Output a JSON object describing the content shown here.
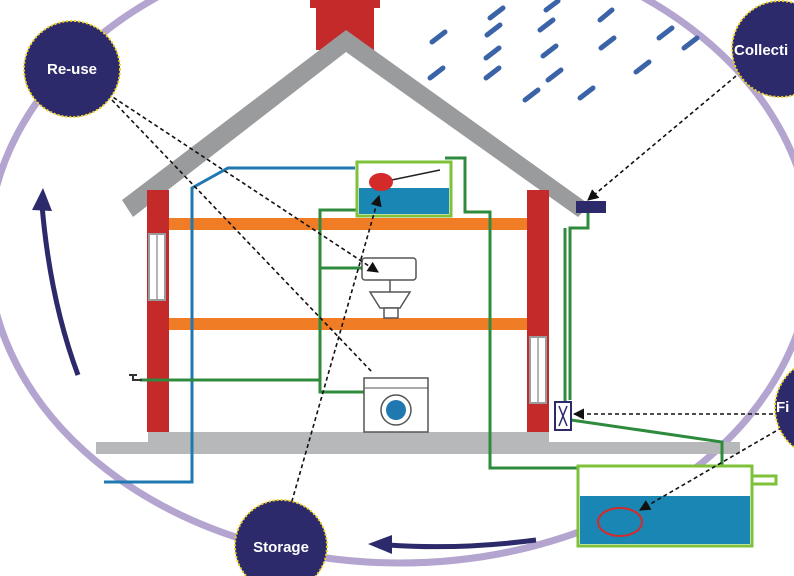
{
  "labels": {
    "reuse": "Re-use",
    "collection": "Collecti",
    "filtration": "Fi",
    "storage": "Storage"
  },
  "colors": {
    "cycle_ring": "#b3a5cf",
    "cycle_arrow": "#2c2a6b",
    "badge_fill": "#2c2a6b",
    "badge_border": "#f2d21f",
    "house_roof": "#9a9b9d",
    "chimney": "#c42a2a",
    "house_wall": "#c42a2a",
    "floor_beam": "#f07c26",
    "water": "#1a86b4",
    "pipe_green": "#2e8b3e",
    "pipe_blue": "#1f78b0",
    "rain": "#3a63a8",
    "tank_border": "#7ec23a"
  },
  "icons": {
    "rain": "rain-drops-icon",
    "toilet": "toilet-icon",
    "washing_machine": "washing-machine-icon",
    "gutter": "gutter-icon",
    "filter": "filter-icon",
    "tap": "tap-icon",
    "float": "float-valve-icon"
  }
}
